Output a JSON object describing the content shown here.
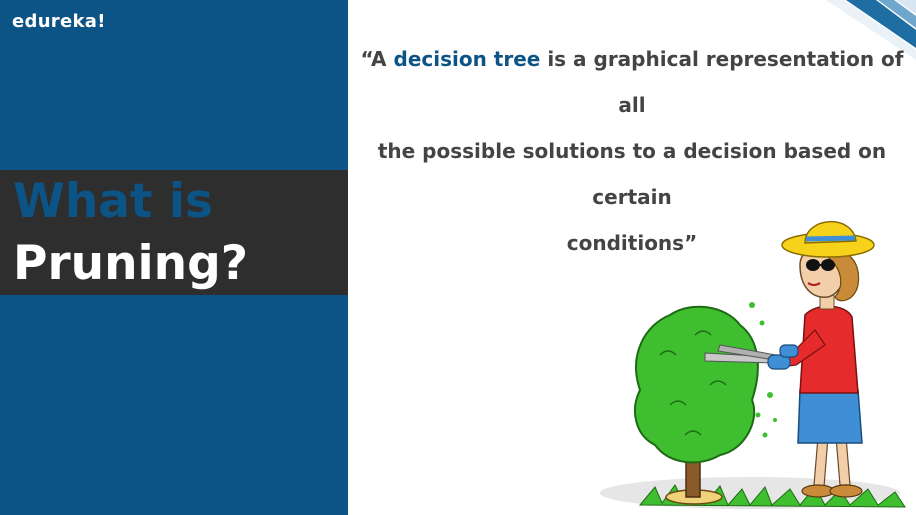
{
  "brand": {
    "logo_text": "edureka!"
  },
  "title": {
    "line1": "What is",
    "line2": "Pruning?"
  },
  "quote": {
    "open": "“A ",
    "highlight": "decision tree",
    "rest_line1": " is a graphical representation of all",
    "line2": "the possible solutions to a decision based on certain",
    "line3": "conditions”"
  },
  "illustration": {
    "icon": "woman-pruning-bush-icon"
  },
  "colors": {
    "brand_blue": "#0d5486",
    "title_band": "#2e2e2e",
    "quote_text": "#444444",
    "bush_green": "#3fbf2f"
  }
}
